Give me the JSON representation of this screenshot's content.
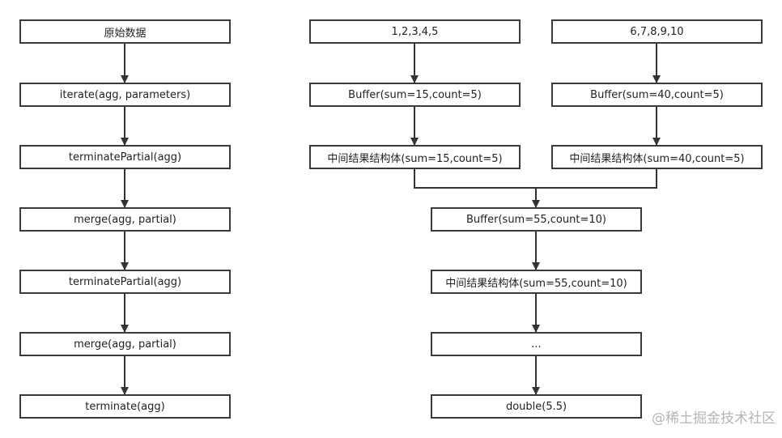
{
  "left_flow": [
    "原始数据",
    "iterate(agg, parameters)",
    "terminatePartial(agg)",
    "merge(agg, partial)",
    "terminatePartial(agg)",
    "merge(agg, partial)",
    "terminate(agg)"
  ],
  "branch_a": [
    "1,2,3,4,5",
    "Buffer(sum=15,count=5)",
    "中间结果结构体(sum=15,count=5)"
  ],
  "branch_b": [
    "6,7,8,9,10",
    "Buffer(sum=40,count=5)",
    "中间结果结构体(sum=40,count=5)"
  ],
  "merged_flow": [
    "Buffer(sum=55,count=10)",
    "中间结果结构体(sum=55,count=10)",
    "...",
    "double(5.5)"
  ],
  "watermark": "@稀土掘金技术社区"
}
